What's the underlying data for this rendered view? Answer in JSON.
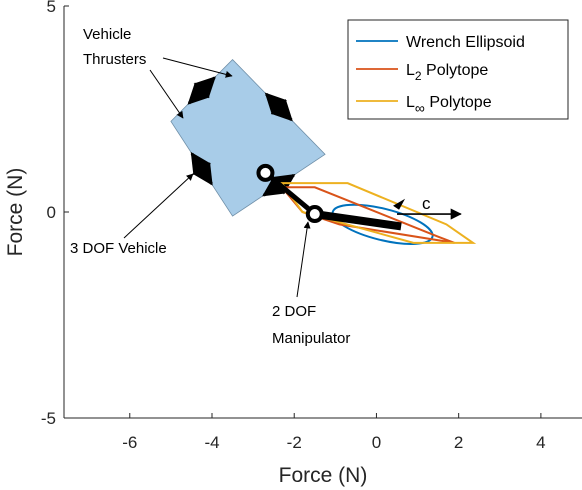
{
  "chart_data": {
    "type": "line",
    "title": "",
    "xlabel": "Force (N)",
    "ylabel": "Force (N)",
    "xlim": [
      -7.6,
      5
    ],
    "ylim": [
      -5,
      5
    ],
    "xticks": [
      -6,
      -4,
      -2,
      0,
      2,
      4
    ],
    "yticks": [
      -5,
      0,
      5
    ],
    "grid": false,
    "legend": {
      "placement": "top-right",
      "entries": [
        {
          "label": "Wrench Ellipsoid",
          "color": "#0072bd"
        },
        {
          "label": "L2 Polytope",
          "label_main": "L",
          "label_sub": "2",
          "label_rest": " Polytope",
          "color": "#d95319"
        },
        {
          "label": "L∞ Polytope",
          "label_main": "L",
          "label_sub": "∞",
          "label_rest": " Polytope",
          "color": "#edb120"
        }
      ]
    },
    "series": [
      {
        "name": "Wrench Ellipsoid",
        "shape": "ellipse",
        "center": [
          0.15,
          -0.3
        ],
        "radii": [
          1.25,
          0.38
        ],
        "angle_deg": -14,
        "color": "#0072bd"
      },
      {
        "name": "L2 Polytope",
        "shape": "polygon",
        "color": "#d95319",
        "x": [
          -2.3,
          -1.5,
          1.5,
          1.9,
          -0.9,
          -1.8
        ],
        "y": [
          0.6,
          0.6,
          -0.6,
          -0.75,
          -0.3,
          0.0
        ]
      },
      {
        "name": "L∞ Polytope",
        "shape": "polygon",
        "color": "#edb120",
        "x": [
          -2.3,
          -0.7,
          1.7,
          2.35,
          0.9,
          -1.8
        ],
        "y": [
          0.7,
          0.7,
          -0.3,
          -0.75,
          -0.75,
          0.0
        ]
      }
    ],
    "vehicle": {
      "fill": "#a8cce8",
      "corners": [
        [
          -5.0,
          2.2
        ],
        [
          -3.5,
          3.7
        ],
        [
          -1.25,
          1.4
        ],
        [
          -3.5,
          -0.1
        ]
      ]
    },
    "manipulator": {
      "joints": [
        [
          -2.7,
          0.95
        ],
        [
          -1.5,
          -0.05
        ]
      ],
      "end": [
        0.6,
        -0.35
      ]
    },
    "c_vector": {
      "from": [
        0.5,
        -0.05
      ],
      "to": [
        2.05,
        -0.05
      ],
      "label": "c"
    },
    "annotations": [
      {
        "name": "vehicle-thrusters-label",
        "lines": [
          "Vehicle",
          "Thrusters"
        ]
      },
      {
        "name": "vehicle-label",
        "lines": [
          "3 DOF Vehicle"
        ]
      },
      {
        "name": "manipulator-label",
        "lines": [
          "2 DOF",
          "Manipulator"
        ]
      }
    ]
  }
}
